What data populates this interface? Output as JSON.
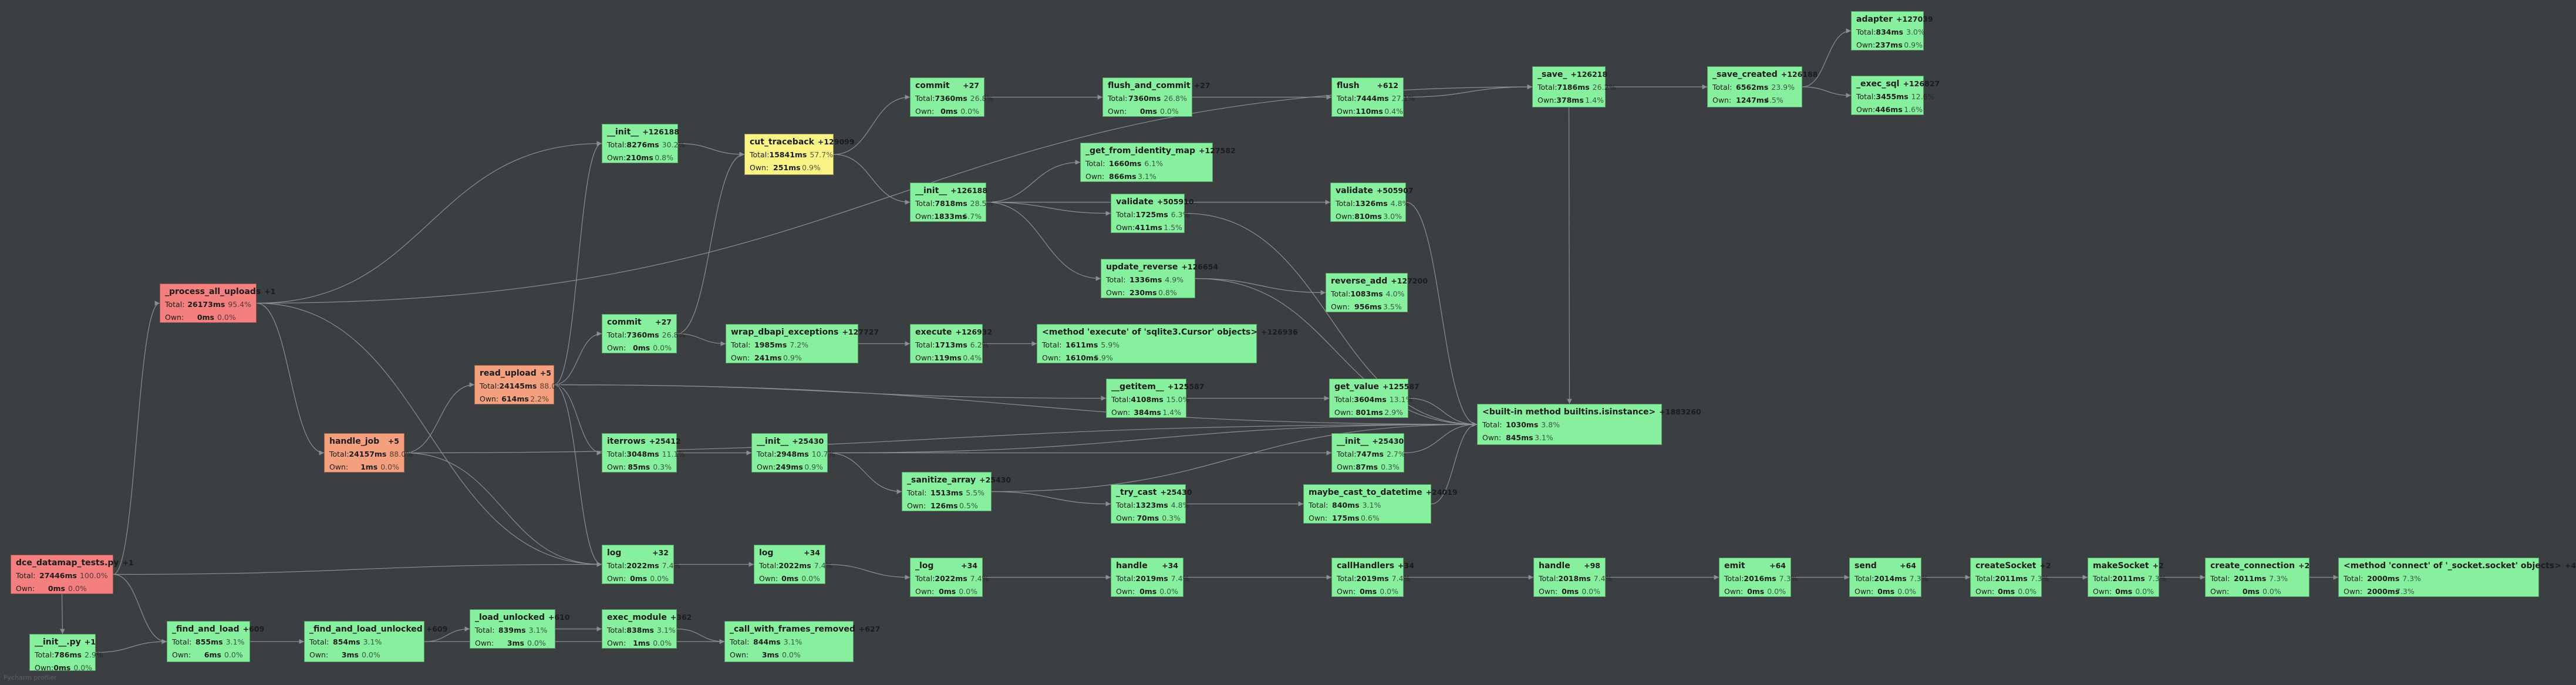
{
  "colors": {
    "background": "#3c3f41",
    "edge": "#8c8f92",
    "hot": "#f47f7f",
    "warm": "#f4a07f",
    "highlight": "#f9f485",
    "normal": "#86f09e"
  },
  "labels": {
    "total": "Total:",
    "own": "Own:"
  },
  "nodes": [
    {
      "id": "dce",
      "fn": "dce_datamap_tests.py",
      "calls": "+1",
      "total": "27446ms",
      "total_pct": "100.0%",
      "own": "0ms",
      "own_pct": "0.0%",
      "color": "hot"
    },
    {
      "id": "process",
      "fn": "_process_all_uploads",
      "calls": "+1",
      "total": "26173ms",
      "total_pct": "95.4%",
      "own": "0ms",
      "own_pct": "0.0%",
      "color": "hot"
    },
    {
      "id": "handle_job",
      "fn": "handle_job",
      "calls": "+5",
      "total": "24157ms",
      "total_pct": "88.0%",
      "own": "1ms",
      "own_pct": "0.0%",
      "color": "warm"
    },
    {
      "id": "read_upload",
      "fn": "read_upload",
      "calls": "+5",
      "total": "24145ms",
      "total_pct": "88.0%",
      "own": "614ms",
      "own_pct": "2.2%",
      "color": "warm"
    },
    {
      "id": "init_py",
      "fn": "__init__.py",
      "calls": "+1",
      "total": "786ms",
      "total_pct": "2.9%",
      "own": "0ms",
      "own_pct": "0.0%",
      "color": "normal"
    },
    {
      "id": "find_load",
      "fn": "_find_and_load",
      "calls": "+609",
      "total": "855ms",
      "total_pct": "3.1%",
      "own": "6ms",
      "own_pct": "0.0%",
      "color": "normal"
    },
    {
      "id": "find_load_unlocked",
      "fn": "_find_and_load_unlocked",
      "calls": "+609",
      "total": "854ms",
      "total_pct": "3.1%",
      "own": "3ms",
      "own_pct": "0.0%",
      "color": "normal"
    },
    {
      "id": "load_unlocked",
      "fn": "_load_unlocked",
      "calls": "+610",
      "total": "839ms",
      "total_pct": "3.1%",
      "own": "3ms",
      "own_pct": "0.0%",
      "color": "normal"
    },
    {
      "id": "exec_module",
      "fn": "exec_module",
      "calls": "+362",
      "total": "838ms",
      "total_pct": "3.1%",
      "own": "1ms",
      "own_pct": "0.0%",
      "color": "normal"
    },
    {
      "id": "call_frames",
      "fn": "_call_with_frames_removed",
      "calls": "+627",
      "total": "844ms",
      "total_pct": "3.1%",
      "own": "3ms",
      "own_pct": "0.0%",
      "color": "normal"
    },
    {
      "id": "init1",
      "fn": "__init__",
      "calls": "+126188",
      "total": "8276ms",
      "total_pct": "30.2%",
      "own": "210ms",
      "own_pct": "0.8%",
      "color": "normal"
    },
    {
      "id": "commit1",
      "fn": "commit",
      "calls": "+27",
      "total": "7360ms",
      "total_pct": "26.8%",
      "own": "0ms",
      "own_pct": "0.0%",
      "color": "normal"
    },
    {
      "id": "iterrows",
      "fn": "iterrows",
      "calls": "+25412",
      "total": "3048ms",
      "total_pct": "11.1%",
      "own": "85ms",
      "own_pct": "0.3%",
      "color": "normal"
    },
    {
      "id": "log1",
      "fn": "log",
      "calls": "+32",
      "total": "2022ms",
      "total_pct": "7.4%",
      "own": "0ms",
      "own_pct": "0.0%",
      "color": "normal"
    },
    {
      "id": "cut_tb",
      "fn": "cut_traceback",
      "calls": "+129099",
      "total": "15841ms",
      "total_pct": "57.7%",
      "own": "251ms",
      "own_pct": "0.9%",
      "color": "highlight"
    },
    {
      "id": "wrap_dbapi",
      "fn": "wrap_dbapi_exceptions",
      "calls": "+127727",
      "total": "1985ms",
      "total_pct": "7.2%",
      "own": "241ms",
      "own_pct": "0.9%",
      "color": "normal"
    },
    {
      "id": "init_iter",
      "fn": "__init__",
      "calls": "+25430",
      "total": "2948ms",
      "total_pct": "10.7%",
      "own": "249ms",
      "own_pct": "0.9%",
      "color": "normal"
    },
    {
      "id": "log2",
      "fn": "log",
      "calls": "+34",
      "total": "2022ms",
      "total_pct": "7.4%",
      "own": "0ms",
      "own_pct": "0.0%",
      "color": "normal"
    },
    {
      "id": "commit2",
      "fn": "commit",
      "calls": "+27",
      "total": "7360ms",
      "total_pct": "26.8%",
      "own": "0ms",
      "own_pct": "0.0%",
      "color": "normal"
    },
    {
      "id": "init2",
      "fn": "__init__",
      "calls": "+126188",
      "total": "7818ms",
      "total_pct": "28.5%",
      "own": "1833ms",
      "own_pct": "6.7%",
      "color": "normal"
    },
    {
      "id": "execute",
      "fn": "execute",
      "calls": "+126932",
      "total": "1713ms",
      "total_pct": "6.2%",
      "own": "119ms",
      "own_pct": "0.4%",
      "color": "normal"
    },
    {
      "id": "sanitize",
      "fn": "_sanitize_array",
      "calls": "+25430",
      "total": "1513ms",
      "total_pct": "5.5%",
      "own": "126ms",
      "own_pct": "0.5%",
      "color": "normal"
    },
    {
      "id": "log3",
      "fn": "_log",
      "calls": "+34",
      "total": "2022ms",
      "total_pct": "7.4%",
      "own": "0ms",
      "own_pct": "0.0%",
      "color": "normal"
    },
    {
      "id": "flush_commit",
      "fn": "flush_and_commit",
      "calls": "+27",
      "total": "7360ms",
      "total_pct": "26.8%",
      "own": "0ms",
      "own_pct": "0.0%",
      "color": "normal"
    },
    {
      "id": "get_identity",
      "fn": "_get_from_identity_map",
      "calls": "+127582",
      "total": "1660ms",
      "total_pct": "6.1%",
      "own": "866ms",
      "own_pct": "3.1%",
      "color": "normal"
    },
    {
      "id": "validate1",
      "fn": "validate",
      "calls": "+505910",
      "total": "1725ms",
      "total_pct": "6.3%",
      "own": "411ms",
      "own_pct": "1.5%",
      "color": "normal"
    },
    {
      "id": "update_rev",
      "fn": "update_reverse",
      "calls": "+126654",
      "total": "1336ms",
      "total_pct": "4.9%",
      "own": "230ms",
      "own_pct": "0.8%",
      "color": "normal"
    },
    {
      "id": "method_exec",
      "fn": "<method 'execute' of 'sqlite3.Cursor' objects>",
      "calls": "+126936",
      "total": "1611ms",
      "total_pct": "5.9%",
      "own": "1610ms",
      "own_pct": "5.9%",
      "color": "normal"
    },
    {
      "id": "getitem",
      "fn": "__getitem__",
      "calls": "+125587",
      "total": "4108ms",
      "total_pct": "15.0%",
      "own": "384ms",
      "own_pct": "1.4%",
      "color": "normal"
    },
    {
      "id": "try_cast",
      "fn": "_try_cast",
      "calls": "+25430",
      "total": "1323ms",
      "total_pct": "4.8%",
      "own": "70ms",
      "own_pct": "0.3%",
      "color": "normal"
    },
    {
      "id": "handle1",
      "fn": "handle",
      "calls": "+34",
      "total": "2019ms",
      "total_pct": "7.4%",
      "own": "0ms",
      "own_pct": "0.0%",
      "color": "normal"
    },
    {
      "id": "flush",
      "fn": "flush",
      "calls": "+612",
      "total": "7444ms",
      "total_pct": "27.1%",
      "own": "110ms",
      "own_pct": "0.4%",
      "color": "normal"
    },
    {
      "id": "validate2",
      "fn": "validate",
      "calls": "+505907",
      "total": "1326ms",
      "total_pct": "4.8%",
      "own": "810ms",
      "own_pct": "3.0%",
      "color": "normal"
    },
    {
      "id": "reverse_add",
      "fn": "reverse_add",
      "calls": "+127200",
      "total": "1083ms",
      "total_pct": "4.0%",
      "own": "956ms",
      "own_pct": "3.5%",
      "color": "normal"
    },
    {
      "id": "get_value",
      "fn": "get_value",
      "calls": "+125587",
      "total": "3604ms",
      "total_pct": "13.1%",
      "own": "801ms",
      "own_pct": "2.9%",
      "color": "normal"
    },
    {
      "id": "init3",
      "fn": "__init__",
      "calls": "+25430",
      "total": "747ms",
      "total_pct": "2.7%",
      "own": "87ms",
      "own_pct": "0.3%",
      "color": "normal"
    },
    {
      "id": "maybe_cast",
      "fn": "maybe_cast_to_datetime",
      "calls": "+24019",
      "total": "840ms",
      "total_pct": "3.1%",
      "own": "175ms",
      "own_pct": "0.6%",
      "color": "normal"
    },
    {
      "id": "call_handlers",
      "fn": "callHandlers",
      "calls": "+34",
      "total": "2019ms",
      "total_pct": "7.4%",
      "own": "0ms",
      "own_pct": "0.0%",
      "color": "normal"
    },
    {
      "id": "save",
      "fn": "_save_",
      "calls": "+126218",
      "total": "7186ms",
      "total_pct": "26.2%",
      "own": "378ms",
      "own_pct": "1.4%",
      "color": "normal"
    },
    {
      "id": "isinstance",
      "fn": "<built-in method builtins.isinstance>",
      "calls": "+1883260",
      "total": "1030ms",
      "total_pct": "3.8%",
      "own": "845ms",
      "own_pct": "3.1%",
      "color": "normal"
    },
    {
      "id": "handle2",
      "fn": "handle",
      "calls": "+98",
      "total": "2018ms",
      "total_pct": "7.4%",
      "own": "0ms",
      "own_pct": "0.0%",
      "color": "normal"
    },
    {
      "id": "save_created",
      "fn": "_save_created",
      "calls": "+126188",
      "total": "6562ms",
      "total_pct": "23.9%",
      "own": "1247ms",
      "own_pct": "4.5%",
      "color": "normal"
    },
    {
      "id": "emit",
      "fn": "emit",
      "calls": "+64",
      "total": "2016ms",
      "total_pct": "7.3%",
      "own": "0ms",
      "own_pct": "0.0%",
      "color": "normal"
    },
    {
      "id": "adapter",
      "fn": "adapter",
      "calls": "+127039",
      "total": "834ms",
      "total_pct": "3.0%",
      "own": "237ms",
      "own_pct": "0.9%",
      "color": "normal"
    },
    {
      "id": "exec_sql",
      "fn": "_exec_sql",
      "calls": "+126827",
      "total": "3455ms",
      "total_pct": "12.6%",
      "own": "446ms",
      "own_pct": "1.6%",
      "color": "normal"
    },
    {
      "id": "send",
      "fn": "send",
      "calls": "+64",
      "total": "2014ms",
      "total_pct": "7.3%",
      "own": "0ms",
      "own_pct": "0.0%",
      "color": "normal"
    },
    {
      "id": "create_socket",
      "fn": "createSocket",
      "calls": "+2",
      "total": "2011ms",
      "total_pct": "7.3%",
      "own": "0ms",
      "own_pct": "0.0%",
      "color": "normal"
    },
    {
      "id": "make_socket",
      "fn": "makeSocket",
      "calls": "+2",
      "total": "2011ms",
      "total_pct": "7.3%",
      "own": "0ms",
      "own_pct": "0.0%",
      "color": "normal"
    },
    {
      "id": "create_conn",
      "fn": "create_connection",
      "calls": "+2",
      "total": "2011ms",
      "total_pct": "7.3%",
      "own": "0ms",
      "own_pct": "0.0%",
      "color": "normal"
    },
    {
      "id": "method_connect",
      "fn": "<method 'connect' of '_socket.socket' objects>",
      "calls": "+4",
      "total": "2000ms",
      "total_pct": "7.3%",
      "own": "2000ms",
      "own_pct": "7.3%",
      "color": "normal"
    }
  ],
  "edges": [
    [
      "dce",
      "process"
    ],
    [
      "dce",
      "init_py"
    ],
    [
      "dce",
      "find_load"
    ],
    [
      "dce",
      "log1"
    ],
    [
      "process",
      "handle_job"
    ],
    [
      "process",
      "init1"
    ],
    [
      "process",
      "save"
    ],
    [
      "process",
      "log1"
    ],
    [
      "handle_job",
      "read_upload"
    ],
    [
      "handle_job",
      "log1"
    ],
    [
      "handle_job",
      "isinstance"
    ],
    [
      "read_upload",
      "init1"
    ],
    [
      "read_upload",
      "commit1"
    ],
    [
      "read_upload",
      "iterrows"
    ],
    [
      "read_upload",
      "log1"
    ],
    [
      "read_upload",
      "getitem"
    ],
    [
      "read_upload",
      "isinstance"
    ],
    [
      "init_py",
      "find_load"
    ],
    [
      "find_load",
      "find_load_unlocked"
    ],
    [
      "find_load_unlocked",
      "load_unlocked"
    ],
    [
      "find_load_unlocked",
      "call_frames"
    ],
    [
      "load_unlocked",
      "exec_module"
    ],
    [
      "exec_module",
      "call_frames"
    ],
    [
      "init1",
      "cut_tb"
    ],
    [
      "commit1",
      "cut_tb"
    ],
    [
      "commit1",
      "wrap_dbapi"
    ],
    [
      "iterrows",
      "init_iter"
    ],
    [
      "log1",
      "log2"
    ],
    [
      "cut_tb",
      "commit2"
    ],
    [
      "cut_tb",
      "init2"
    ],
    [
      "wrap_dbapi",
      "execute"
    ],
    [
      "execute",
      "method_exec"
    ],
    [
      "init_iter",
      "sanitize"
    ],
    [
      "init_iter",
      "init3"
    ],
    [
      "init_iter",
      "isinstance"
    ],
    [
      "log2",
      "log3"
    ],
    [
      "log3",
      "handle1"
    ],
    [
      "handle1",
      "call_handlers"
    ],
    [
      "call_handlers",
      "handle2"
    ],
    [
      "handle2",
      "emit"
    ],
    [
      "emit",
      "send"
    ],
    [
      "send",
      "create_socket"
    ],
    [
      "create_socket",
      "make_socket"
    ],
    [
      "make_socket",
      "create_conn"
    ],
    [
      "create_conn",
      "method_connect"
    ],
    [
      "commit2",
      "flush_commit"
    ],
    [
      "flush_commit",
      "flush"
    ],
    [
      "flush",
      "save"
    ],
    [
      "init2",
      "get_identity"
    ],
    [
      "init2",
      "validate1"
    ],
    [
      "init2",
      "update_rev"
    ],
    [
      "init2",
      "validate2"
    ],
    [
      "update_rev",
      "reverse_add"
    ],
    [
      "validate1",
      "isinstance"
    ],
    [
      "validate2",
      "isinstance"
    ],
    [
      "update_rev",
      "isinstance"
    ],
    [
      "sanitize",
      "try_cast"
    ],
    [
      "try_cast",
      "maybe_cast"
    ],
    [
      "sanitize",
      "isinstance"
    ],
    [
      "maybe_cast",
      "isinstance"
    ],
    [
      "init3",
      "isinstance"
    ],
    [
      "getitem",
      "get_value"
    ],
    [
      "get_value",
      "isinstance"
    ],
    [
      "save",
      "save_created"
    ],
    [
      "save_created",
      "adapter"
    ],
    [
      "save_created",
      "exec_sql"
    ],
    [
      "save",
      "isinstance"
    ]
  ],
  "watermark": "Pycharm profiler"
}
